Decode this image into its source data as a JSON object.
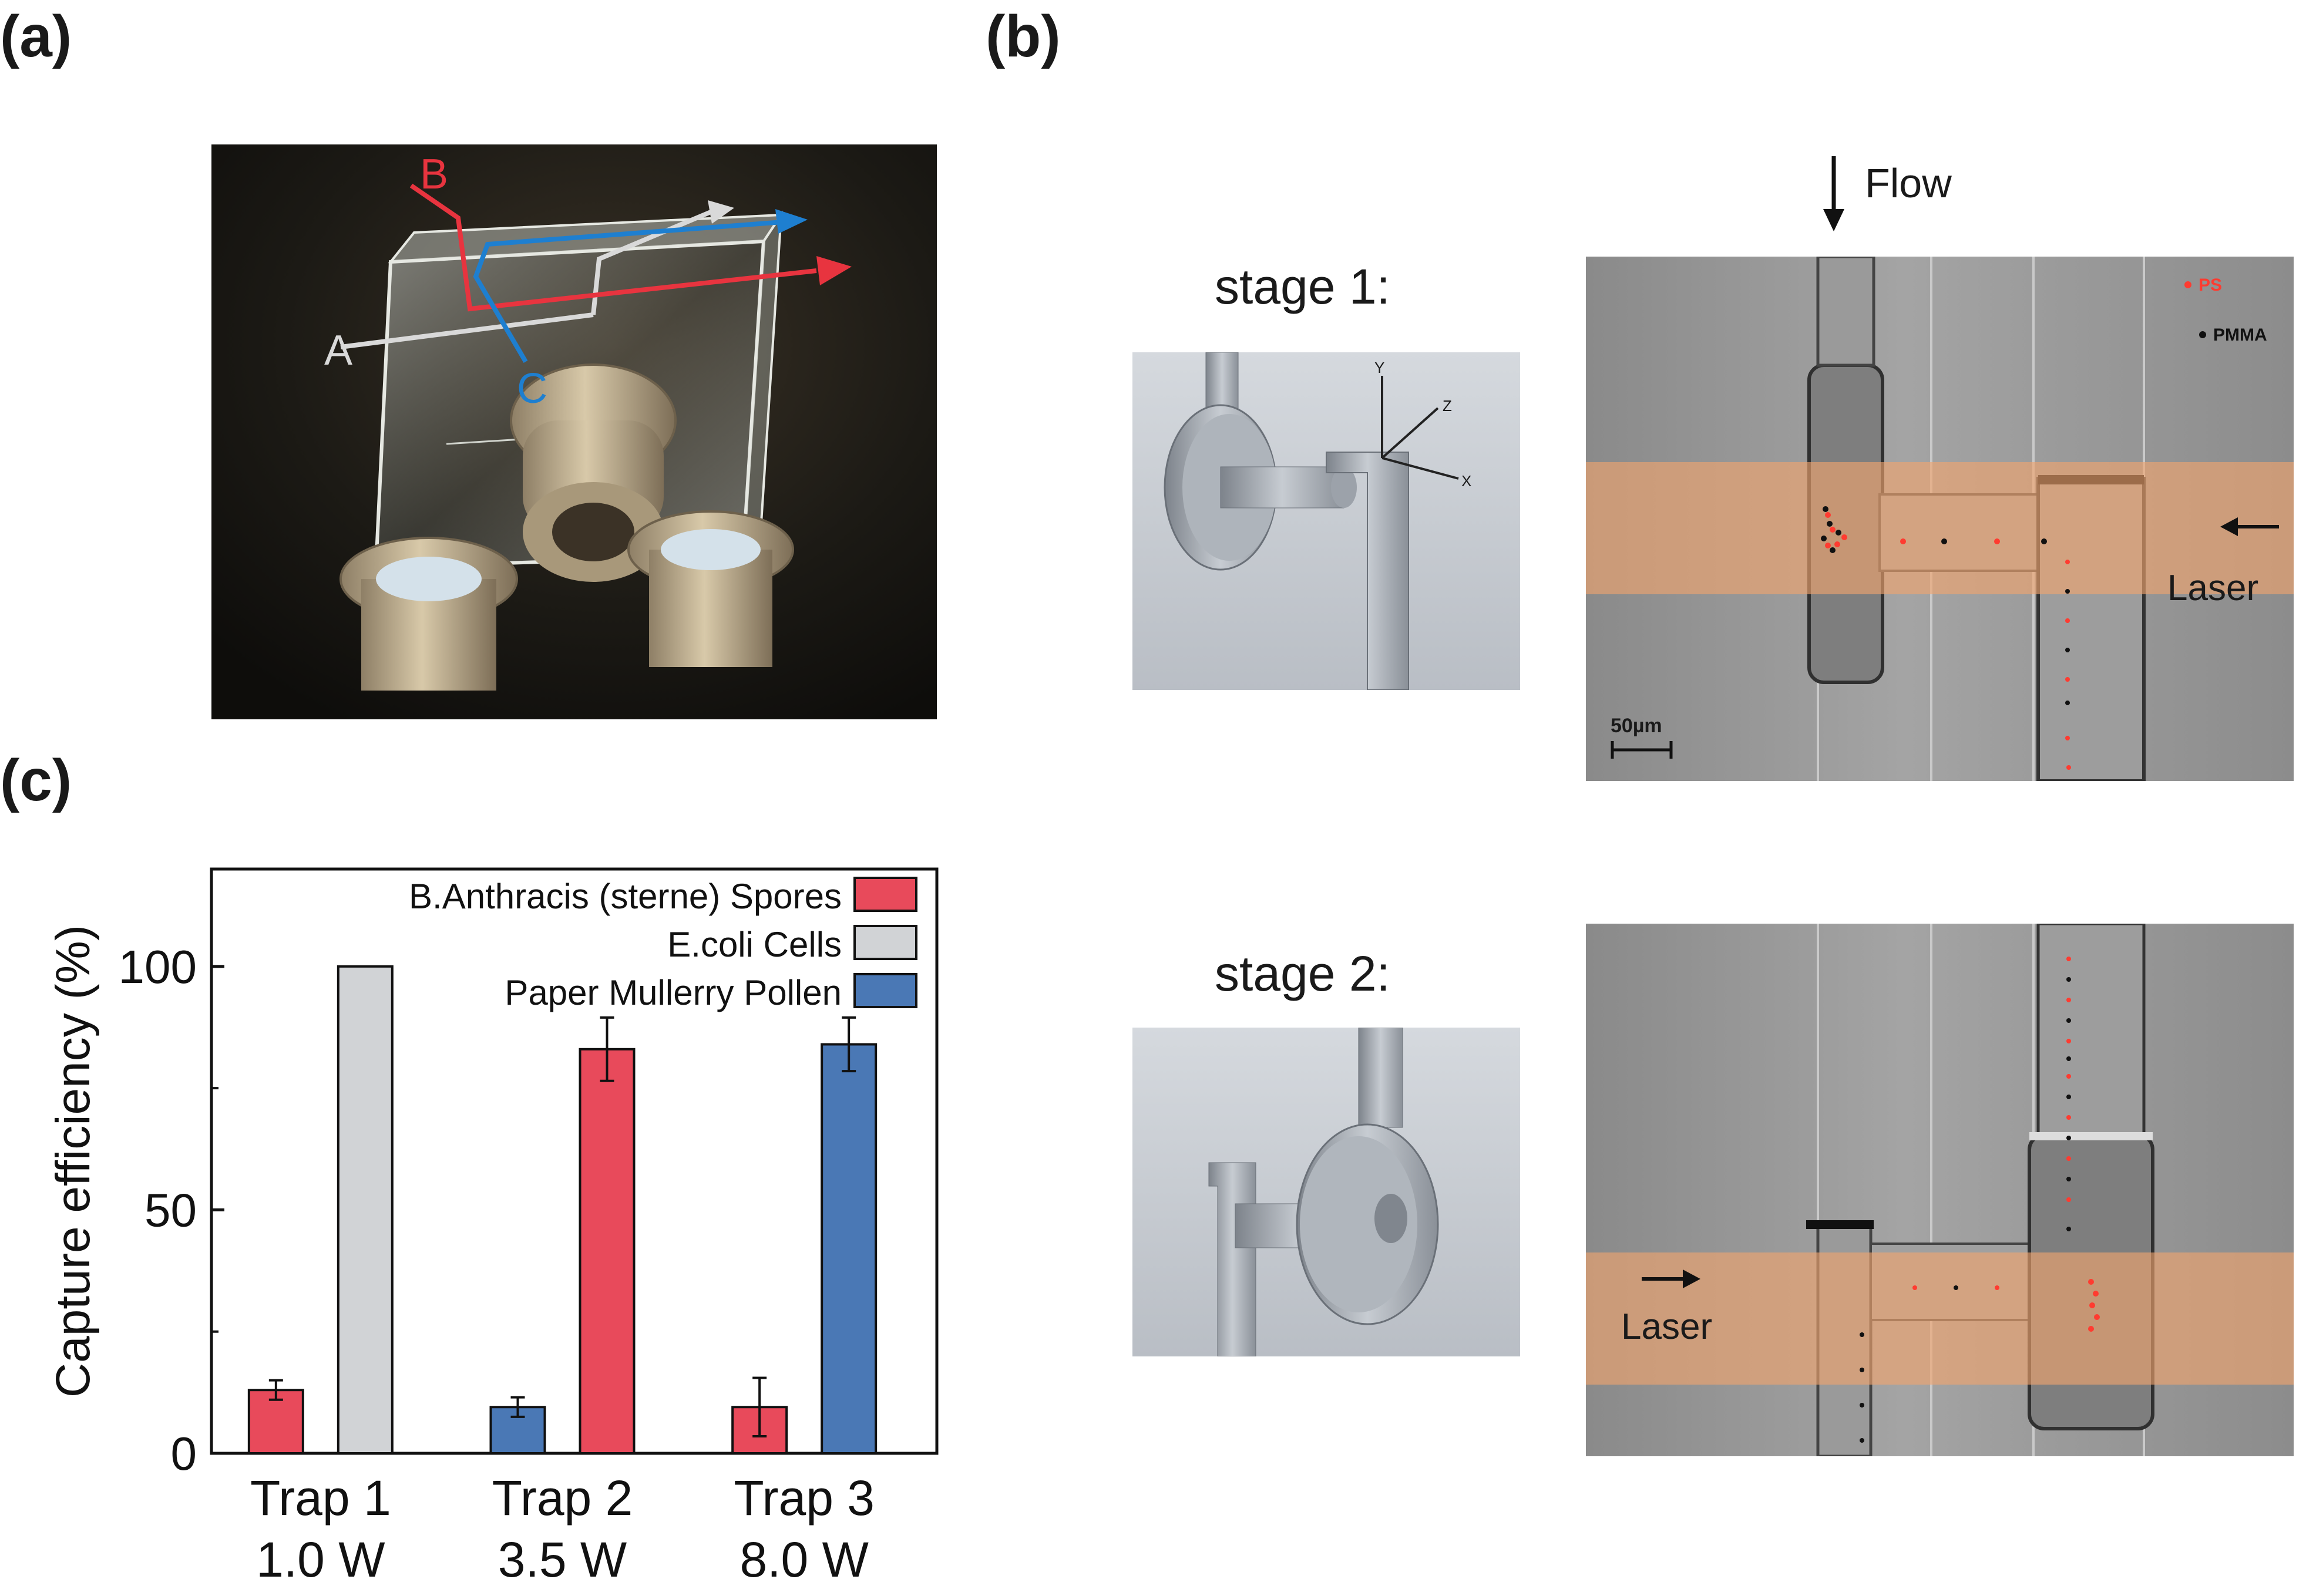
{
  "panels": {
    "a": {
      "label": "(a)",
      "annotations": {
        "a": "A",
        "b": "B",
        "c": "C"
      },
      "colors": {
        "a": "#d9d9d9",
        "b": "#e8343f",
        "c": "#1e7fd0"
      }
    },
    "b": {
      "label": "(b)",
      "flow_label": "Flow",
      "stage1_label": "stage 1:",
      "stage2_label": "stage 2:",
      "axes": {
        "y": "Y",
        "z": "Z",
        "x": "X"
      },
      "legend": {
        "ps": "PS",
        "pmma": "PMMA"
      },
      "laser_label_top": "Laser",
      "laser_label_bottom": "Laser",
      "scale_bar": "50µm",
      "colors": {
        "laser": "#f2a46e",
        "ps": "#ff3b30",
        "pmma": "#111111"
      }
    },
    "c": {
      "label": "(c)"
    }
  },
  "chart_data": {
    "type": "bar",
    "ylabel": "Capture efficiency (%)",
    "ylim": [
      0,
      120
    ],
    "yticks": [
      0,
      50,
      100
    ],
    "categories": [
      {
        "line1": "Trap 1",
        "line2": "1.0 W"
      },
      {
        "line1": "Trap 2",
        "line2": "3.5 W"
      },
      {
        "line1": "Trap 3",
        "line2": "8.0 W"
      }
    ],
    "legend_position": "top-right",
    "series_legend": [
      {
        "name": "B.Anthracis (sterne) Spores",
        "color": "#e84a5b"
      },
      {
        "name": "E.coli Cells",
        "color": "#d1d3d6"
      },
      {
        "name": "Paper Mullerry Pollen",
        "color": "#4a78b5"
      }
    ],
    "bars": [
      {
        "category": 0,
        "series": 0,
        "value": 13,
        "error": 2
      },
      {
        "category": 0,
        "series": 1,
        "value": 100,
        "error": 0
      },
      {
        "category": 1,
        "series": 2,
        "value": 9.5,
        "error": 2
      },
      {
        "category": 1,
        "series": 0,
        "value": 83,
        "error": 6.5
      },
      {
        "category": 2,
        "series": 0,
        "value": 9.5,
        "error": 6
      },
      {
        "category": 2,
        "series": 2,
        "value": 84,
        "error": 5.5
      }
    ]
  }
}
